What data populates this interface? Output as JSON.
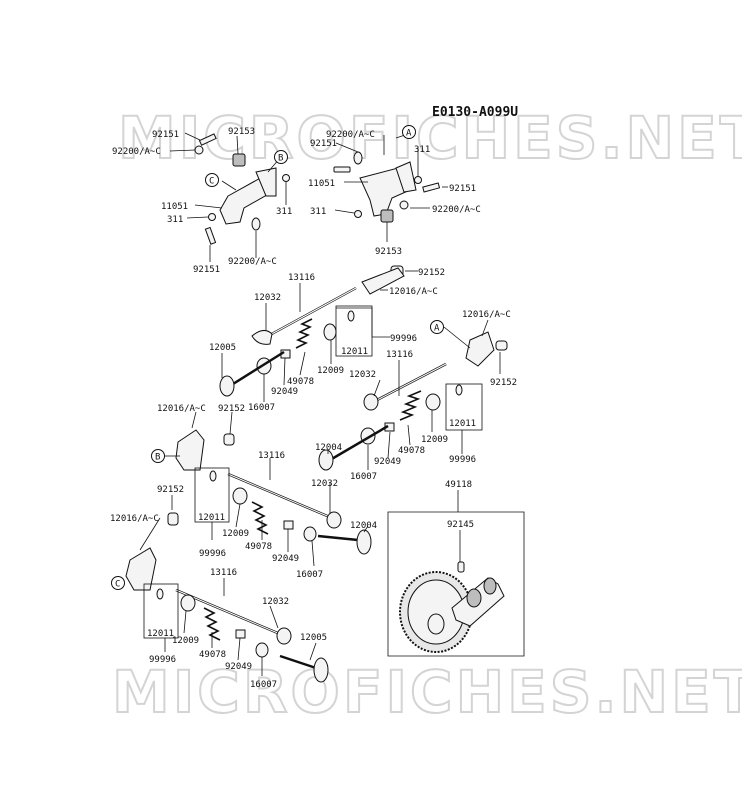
{
  "reference_code": "E0130-A099U",
  "watermark": "MICROFICHES.NET",
  "callouts": {
    "a": "A",
    "b": "B",
    "c": "C"
  },
  "parts": {
    "p92151": "92151",
    "p92153": "92153",
    "p92200": "92200/A~C",
    "p11051": "11051",
    "p311": "311",
    "p92152": "92152",
    "p13116": "13116",
    "p12016": "12016/A~C",
    "p12032": "12032",
    "p99996": "99996",
    "p12011": "12011",
    "p12005": "12005",
    "p12009": "12009",
    "p49078": "49078",
    "p92049": "92049",
    "p16007": "16007",
    "p12004": "12004",
    "p49118": "49118",
    "p92145": "92145"
  }
}
